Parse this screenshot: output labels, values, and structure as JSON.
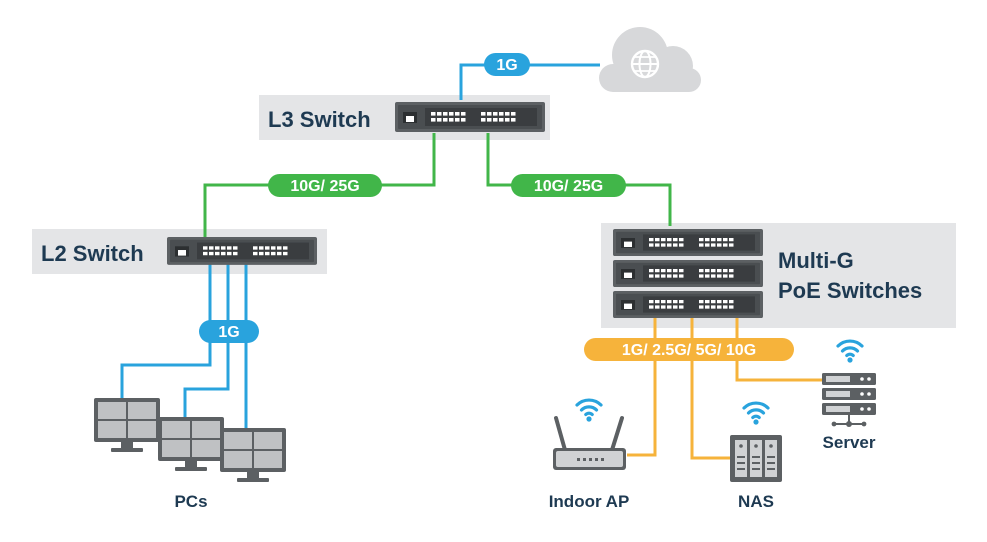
{
  "colors": {
    "blue": "#29a3dd",
    "green": "#41b649",
    "orange": "#f6b33b",
    "panel": "#e4e5e7",
    "device": "#5c6063",
    "title_text": "#1e3a52",
    "white": "#ffffff"
  },
  "nodes": {
    "internet": {
      "icon": "cloud-globe-icon"
    },
    "l3_switch": {
      "label": "L3 Switch",
      "icon": "network-switch-icon"
    },
    "l2_switch": {
      "label": "L2 Switch",
      "icon": "network-switch-icon"
    },
    "multi_g": {
      "label_line1": "Multi-G",
      "label_line2": "PoE Switches",
      "icon": "network-switch-icon"
    },
    "pcs": {
      "label": "PCs",
      "icon": "monitor-icon"
    },
    "indoor_ap": {
      "label": "Indoor AP",
      "icon": "access-point-icon"
    },
    "nas": {
      "label": "NAS",
      "icon": "nas-icon"
    },
    "server": {
      "label": "Server",
      "icon": "server-icon"
    }
  },
  "links": {
    "uplink_speed": "1G",
    "l3_to_l2_speed": "10G/ 25G",
    "l3_to_multig_speed": "10G/ 25G",
    "l2_to_pcs_speed": "1G",
    "multig_to_devices_speed": "1G/ 2.5G/ 5G/ 10G"
  }
}
